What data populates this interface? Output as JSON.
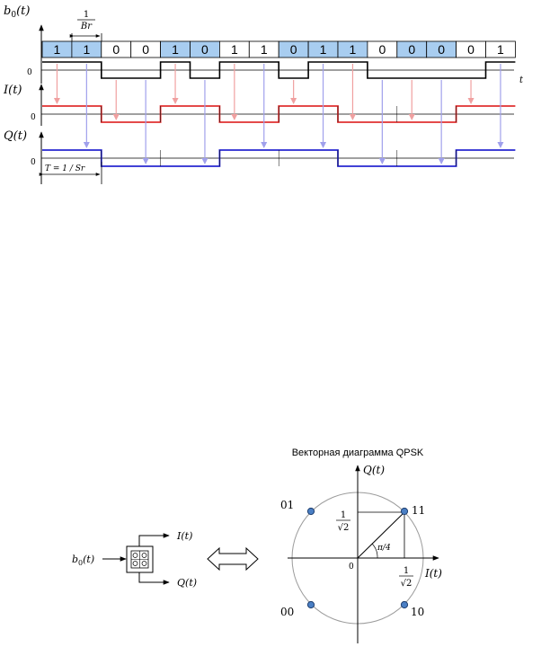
{
  "timing": {
    "bits": [
      "1",
      "1",
      "0",
      "0",
      "1",
      "0",
      "1",
      "1",
      "0",
      "1",
      "1",
      "0",
      "0",
      "0",
      "0",
      "1"
    ],
    "highlighted": [
      true,
      true,
      false,
      false,
      true,
      true,
      false,
      false,
      true,
      true,
      true,
      false,
      true,
      true,
      false,
      false
    ],
    "rate_label_num": "1",
    "rate_label_den": "Br",
    "b0_label": "b",
    "b0_sub": "0",
    "b0_arg": "(t)",
    "i_label": "I",
    "i_arg": "(t)",
    "q_label": "Q",
    "q_arg": "(t)",
    "zero_label": "0",
    "t_axis_label": "t",
    "period_label": "T = 1 / Sr",
    "i_levels": [
      1,
      -1,
      1,
      -1,
      1,
      -1,
      -1,
      1
    ],
    "q_levels": [
      1,
      -1,
      -1,
      1,
      1,
      -1,
      -1,
      1
    ]
  },
  "block": {
    "input_b": "b",
    "input_sub": "0",
    "input_arg": "(t)",
    "out_i": "I",
    "out_i_arg": "(t)",
    "out_q": "Q",
    "out_q_arg": "(t)"
  },
  "constellation": {
    "title": "Векторная диаграмма QPSK",
    "q_axis": "Q",
    "q_axis_arg": "(t)",
    "i_axis": "I",
    "i_axis_arg": "(t)",
    "origin": "0",
    "angle_label": "π/4",
    "frac_num": "1",
    "frac_den": "√2",
    "points": [
      {
        "label": "11",
        "i": 1,
        "q": 1
      },
      {
        "label": "01",
        "i": -1,
        "q": 1
      },
      {
        "label": "00",
        "i": -1,
        "q": -1
      },
      {
        "label": "10",
        "i": 1,
        "q": -1
      }
    ]
  },
  "colors": {
    "bit_fill": "#a8cdf0",
    "i_line": "#e03030",
    "i_arrow": "#f0a0a0",
    "q_line": "#2828d0",
    "q_arrow": "#a0a0ec",
    "circle": "#999999",
    "point_fill": "#4a7fc4"
  }
}
